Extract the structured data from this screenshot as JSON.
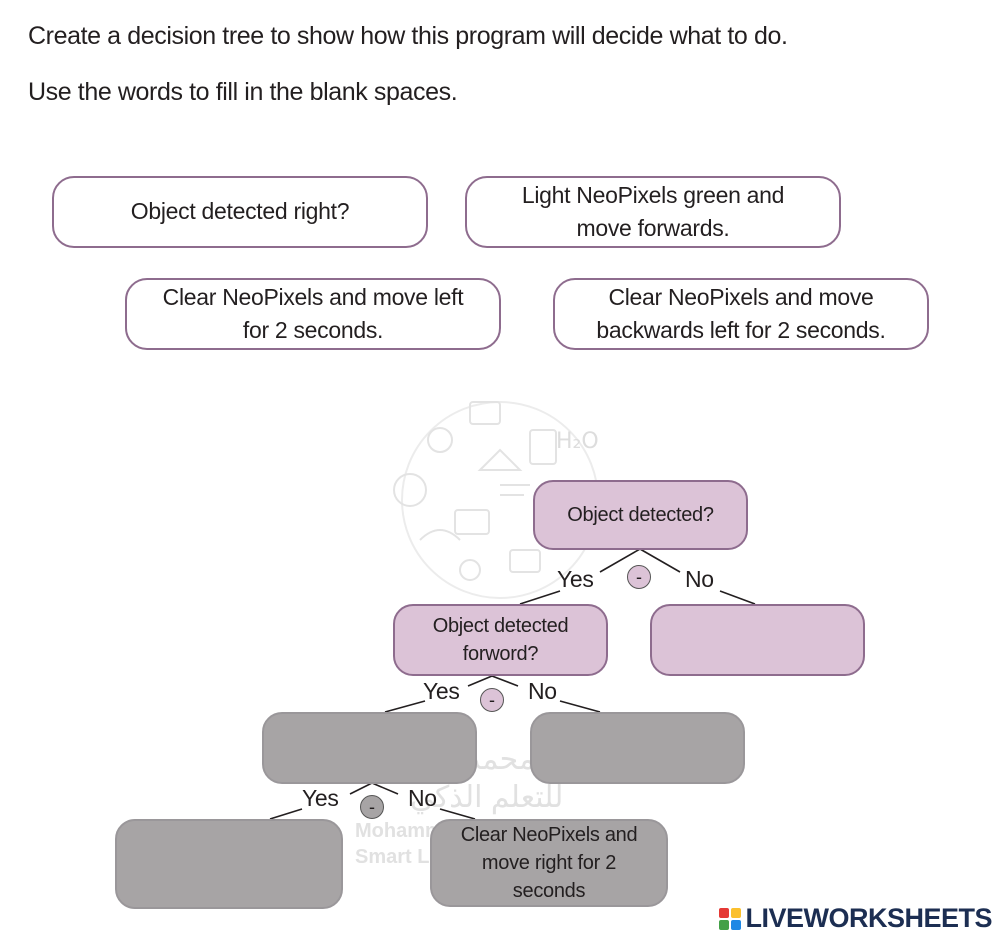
{
  "instructions": {
    "line1": "Create a decision tree to show how this program will decide what to do.",
    "line2": "Use the words to fill in the blank spaces."
  },
  "word_bank": [
    {
      "text": "Object detected right?"
    },
    {
      "text": "Light NeoPixels green and move forwards."
    },
    {
      "text": "Clear NeoPixels and move left for 2 seconds."
    },
    {
      "text": "Clear NeoPixels and move backwards left for 2 seconds."
    }
  ],
  "tree": {
    "root_label": "Object detected?",
    "level2_label": "Object detected forword?",
    "bottom_right_label": "Clear NeoPixels and move right for 2 seconds",
    "yes": "Yes",
    "no": "No",
    "toggle_symbol": "-"
  },
  "watermark": {
    "arabic_line1": "برنامج محمد بن راشد",
    "arabic_line2": "للتعلم الذكي",
    "latin_line1": "Mohammed Bin Rashid",
    "latin_line2": "Smart Learning"
  },
  "branding": {
    "name": "LIVEWORKSHEETS",
    "colors": {
      "purple_fill": "#dcc3d7",
      "purple_border": "#8e6c8e",
      "grey_fill": "#a7a4a5",
      "brand_dark": "#1c2e52"
    },
    "icon_colors": [
      "#e53935",
      "#fbc02d",
      "#43a047",
      "#1e88e5"
    ]
  }
}
